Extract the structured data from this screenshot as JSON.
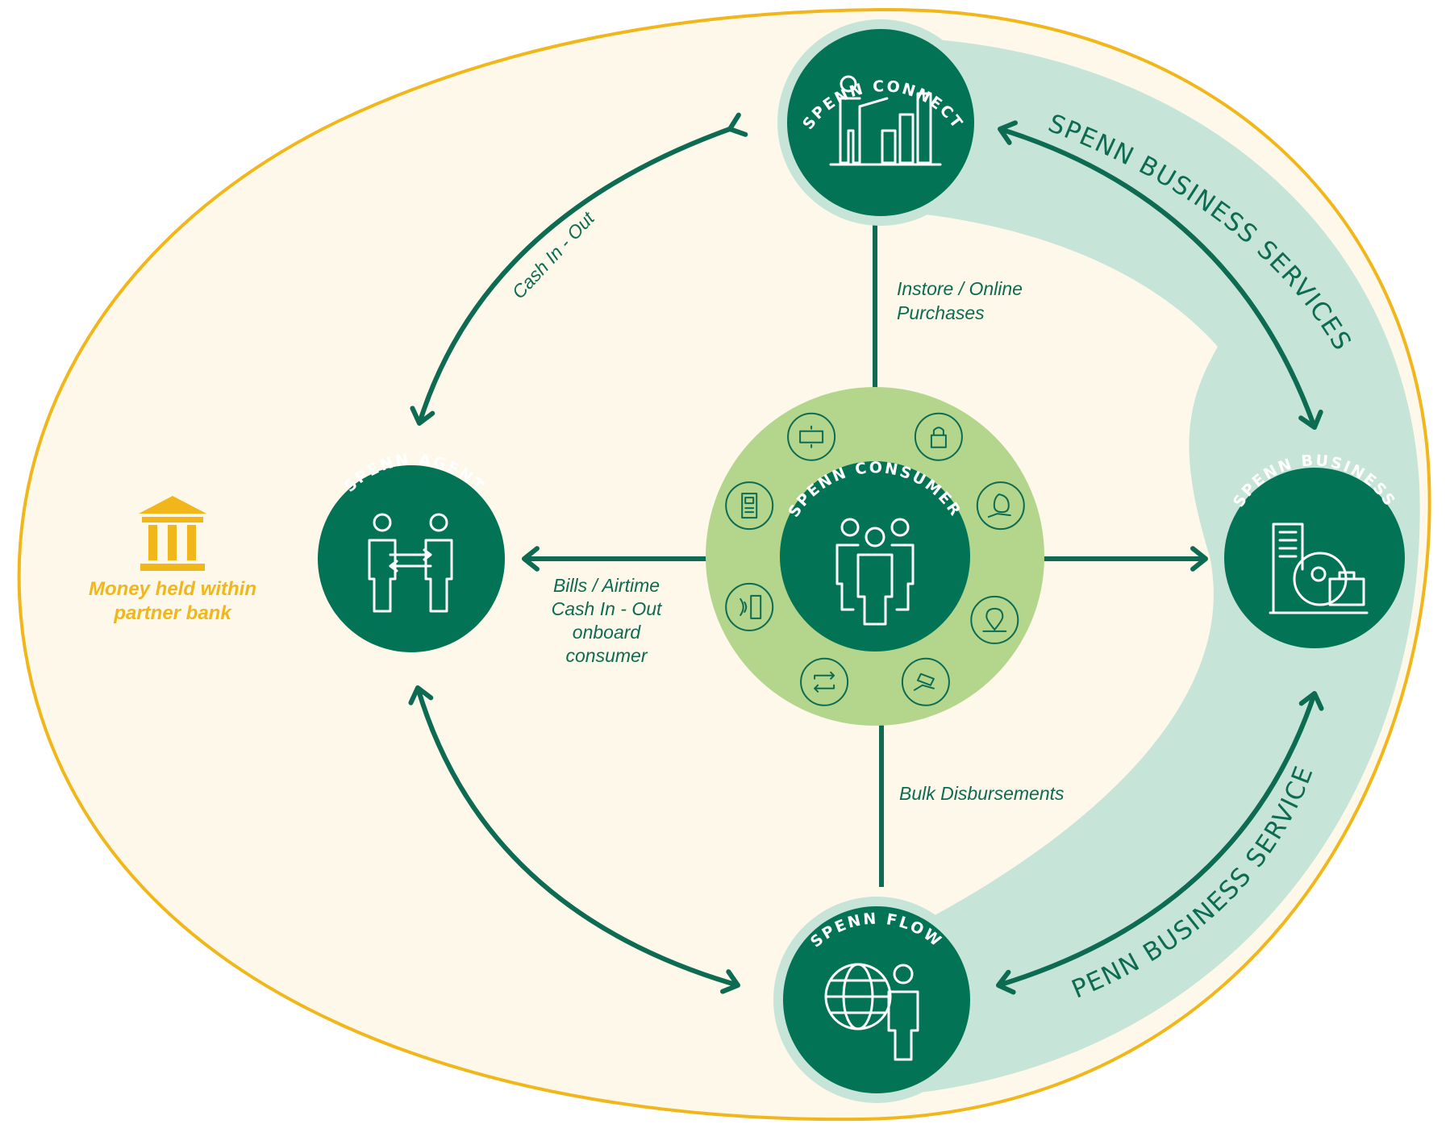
{
  "colors": {
    "background": "#fdf8ea",
    "outline": "#f1b619",
    "band": "#c6e4d7",
    "node": "#037356",
    "consumer_ring": "#b3d68c",
    "arrow": "#0d6b52",
    "bank": "#f1b619"
  },
  "nodes": {
    "connect": {
      "title": "SPENN CONNECT",
      "icon": "presenter-chart-icon"
    },
    "agent": {
      "title": "SPENN AGENT",
      "icon": "people-exchange-icon"
    },
    "consumer": {
      "title": "SPENN CONSUMER",
      "icon": "group-people-icon"
    },
    "business": {
      "title": "SPENN BUSINESS",
      "icon": "building-briefcase-icon"
    },
    "flow": {
      "title": "SPENN FLOW",
      "icon": "globe-person-icon"
    }
  },
  "consumer_features": [
    {
      "icon": "cash-transfer-icon"
    },
    {
      "icon": "lock-icon"
    },
    {
      "icon": "money-bag-hand-icon"
    },
    {
      "icon": "location-pin-icon"
    },
    {
      "icon": "hand-payment-icon"
    },
    {
      "icon": "repeat-arrows-icon"
    },
    {
      "icon": "nfc-phone-icon"
    },
    {
      "icon": "pos-terminal-icon"
    }
  ],
  "edges": {
    "cash_in_out": "Cash In - Out",
    "instore_line1": "Instore / Online",
    "instore_line2": "Purchases",
    "bills_line1": "Bills / Airtime",
    "bills_line2": "Cash In - Out",
    "bills_line3": "onboard",
    "bills_line4": "consumer",
    "bulk": "Bulk Disbursements"
  },
  "band_labels": {
    "upper": "SPENN BUSINESS SERVICES",
    "lower": "SPENN BUSINESS SERVICES"
  },
  "bank": {
    "icon": "bank-icon",
    "line1": "Money held within",
    "line2": "partner bank"
  }
}
